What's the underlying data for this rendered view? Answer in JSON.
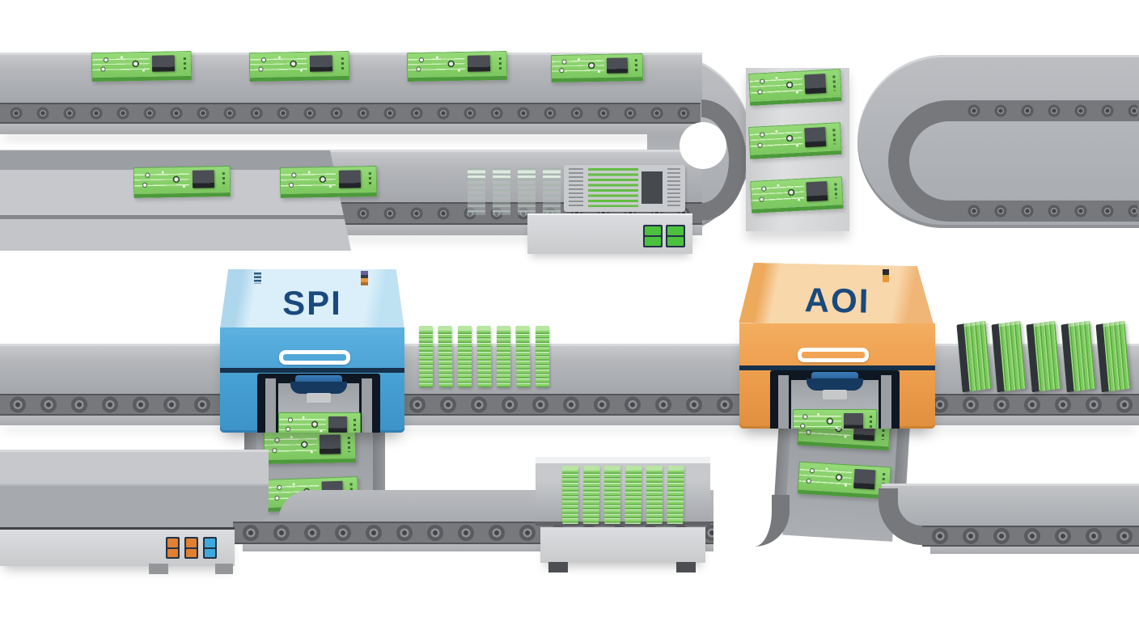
{
  "illustration": {
    "machines": {
      "spi": {
        "label": "SPI",
        "body_color": "#459ED2",
        "roof_color": "#DBEFFA",
        "label_color": "#1A4A7D"
      },
      "aoi": {
        "label": "AOI",
        "body_color": "#EC9C4A",
        "roof_color": "#F8D7AB",
        "label_color": "#1A4A7D"
      }
    },
    "status_lights": {
      "stencil_printer_buttons": [
        "#4CC13E",
        "#4CC13E"
      ],
      "base_cabinet_buttons": [
        "#E08030",
        "#E08030",
        "#3FA9DC"
      ]
    },
    "palette": {
      "pcb_green": "#7CC75F",
      "pcb_chip": "#3B3E44",
      "belt_gray": "#AAADB1",
      "chain_gray": "#76787C"
    },
    "board_counts": {
      "top_conveyor": 4,
      "second_conveyor": 2,
      "transfer_lane": 3,
      "spi_output": 2,
      "aoi_output": 2,
      "stack_columns_mid_conveyor": 7,
      "stack_columns_bottom_buffer": 6,
      "standing_boards_right": 5
    }
  }
}
